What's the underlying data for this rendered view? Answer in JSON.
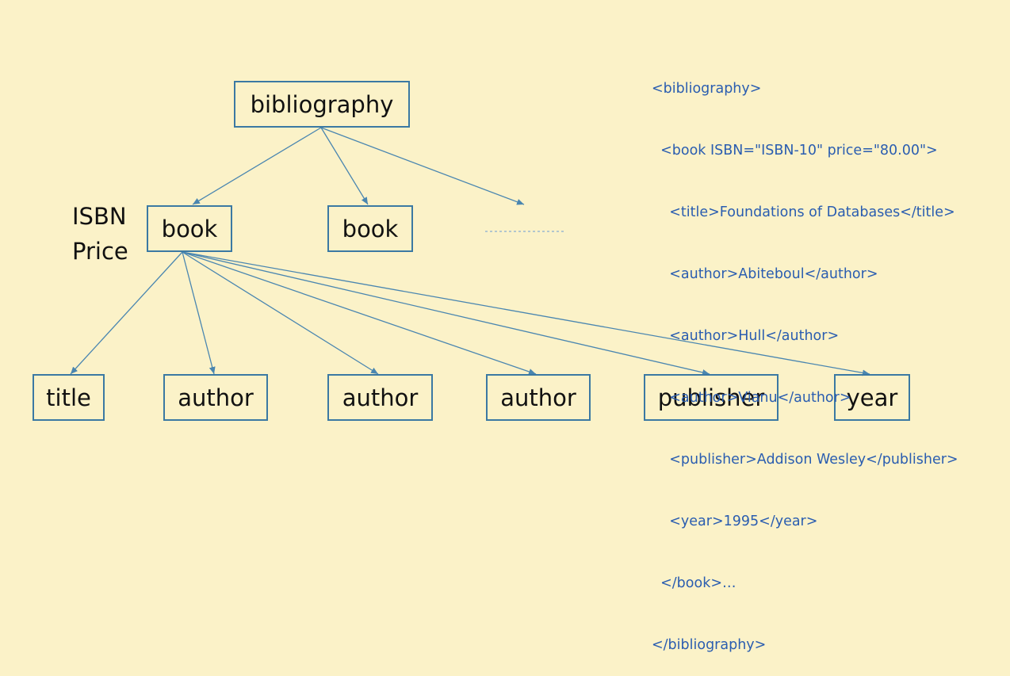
{
  "root": {
    "label": "bibliography"
  },
  "book_nodes": [
    {
      "label": "book"
    },
    {
      "label": "book"
    }
  ],
  "book_attributes": [
    "ISBN",
    "Price"
  ],
  "children": [
    {
      "label": "title"
    },
    {
      "label": "author"
    },
    {
      "label": "author"
    },
    {
      "label": "author"
    },
    {
      "label": "publisher"
    },
    {
      "label": "year"
    }
  ],
  "xml_lines": [
    "<bibliography>",
    "  <book ISBN=\"ISBN-10\" price=\"80.00\">",
    "    <title>Foundations of Databases</title>",
    "    <author>Abiteboul</author>",
    "    <author>Hull</author>",
    "    <author>Vianu</author>",
    "    <publisher>Addison Wesley</publisher>",
    "    <year>1995</year>",
    "  </book>…",
    "</bibliography>"
  ],
  "colors": {
    "background": "#fbf2c8",
    "node_border": "#3b79a3",
    "edge": "#4a86b0",
    "xml_text": "#2a5db0"
  }
}
